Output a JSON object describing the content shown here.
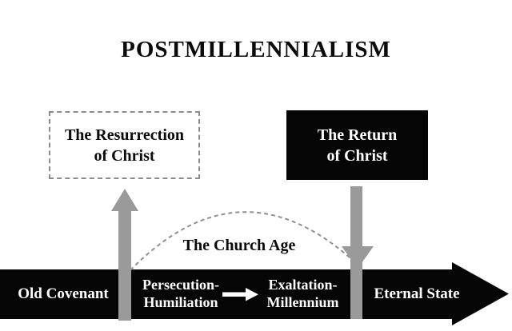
{
  "title": "POSTMILLENNIALISM",
  "resurrection_box": {
    "line1": "The Resurrection",
    "line2": "of Christ"
  },
  "return_box": {
    "line1": "The Return",
    "line2": "of Christ"
  },
  "church_age": {
    "label": "The Church Age"
  },
  "timeline": {
    "old_covenant": "Old Covenant",
    "persecution": {
      "line1": "Persecution-",
      "line2": "Humiliation"
    },
    "exaltation": {
      "line1": "Exaltation-",
      "line2": "Millennium"
    },
    "eternal_state": "Eternal State"
  },
  "colors": {
    "black": "#050505",
    "arrow_gray": "#9a9a9a",
    "dash_gray": "#8f8f8f",
    "white": "#ffffff"
  }
}
